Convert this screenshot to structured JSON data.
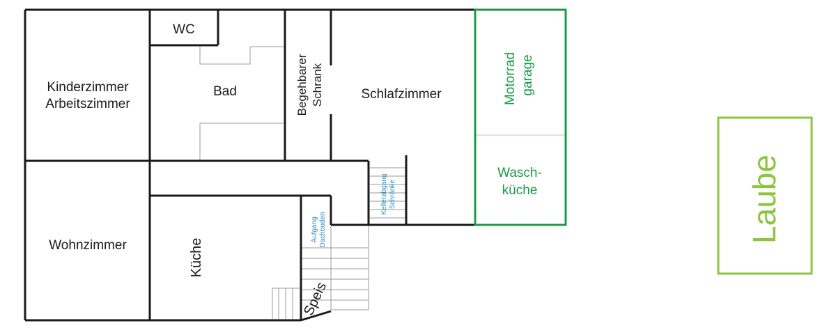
{
  "colors": {
    "wall": "#1a1a1a",
    "thin_line": "#9a9a9a",
    "garage_green": "#1a9a46",
    "laube_green": "#8cc63f",
    "stair_text": "#2a8fc4"
  },
  "rooms": {
    "kinderzimmer_line1": "Kinderzimmer",
    "kinderzimmer_line2": "Arbeitszimmer",
    "wc": "WC",
    "bad": "Bad",
    "schrank_line1": "Begehbarer",
    "schrank_line2": "Schrank",
    "schlafzimmer": "Schlafzimmer",
    "motorrad_line1": "Motorrad",
    "motorrad_line2": "garage",
    "wasch_line1": "Wasch-",
    "wasch_line2": "küche",
    "wohnzimmer": "Wohnzimmer",
    "kueche": "Küche",
    "speis": "Speis",
    "laube": "Laube"
  },
  "stairs": {
    "dach_line1": "Aufgang",
    "dach_line2": "Dachboden",
    "keller_line1": "Kellerabgang",
    "keller_line2": "Schränke"
  }
}
